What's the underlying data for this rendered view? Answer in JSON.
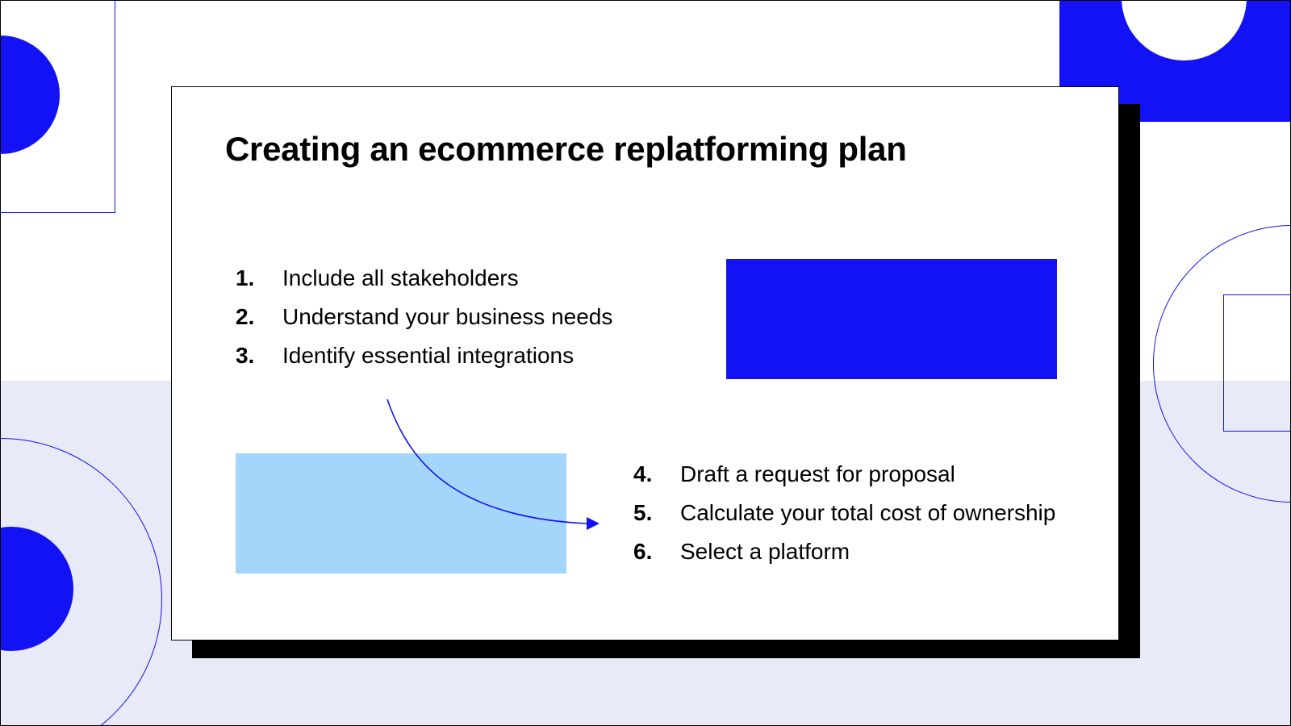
{
  "slide": {
    "title": "Creating an ecommerce replatforming plan",
    "steps_top": [
      {
        "number": "1.",
        "label": "Include all stakeholders"
      },
      {
        "number": "2.",
        "label": "Understand your business needs"
      },
      {
        "number": "3.",
        "label": "Identify essential integrations"
      }
    ],
    "steps_bottom": [
      {
        "number": "4.",
        "label": "Draft a request for proposal"
      },
      {
        "number": "5.",
        "label": "Calculate your total cost of ownership"
      },
      {
        "number": "6.",
        "label": "Select a platform"
      }
    ]
  },
  "colors": {
    "accent_blue": "#1212f5",
    "light_blue": "#a4d6fb",
    "lower_background": "#e8eaf8",
    "shadow": "#000000"
  }
}
